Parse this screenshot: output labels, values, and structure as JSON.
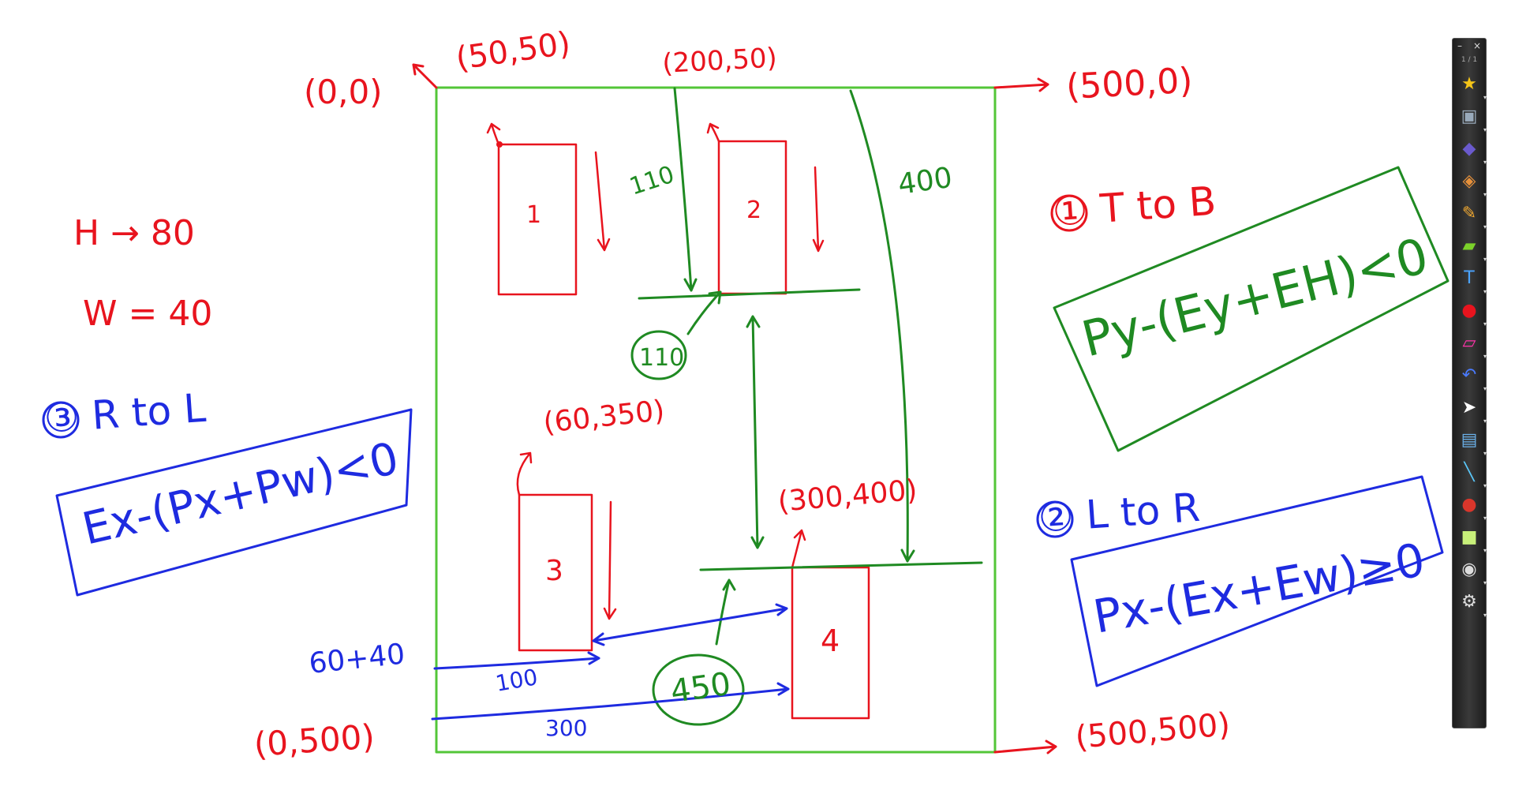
{
  "labels": {
    "origin": "(0,0)",
    "c50_50": "(50,50)",
    "c200_50": "(200,50)",
    "c500_0": "(500,0)",
    "c0_500": "(0,500)",
    "c500_500": "(500,500)",
    "c60_350": "(60,350)",
    "c300_400": "(300,400)",
    "h_eq": "H → 80",
    "w_eq": "W = 40",
    "box1": "1",
    "box2": "2",
    "box3": "3",
    "box4": "4",
    "d110a": "110",
    "d110b": "110",
    "d400": "400",
    "d450": "450",
    "d100": "100",
    "d300": "300",
    "d6040": "60+40",
    "rule1_title": "① T to B",
    "rule1_formula": "Py-(Ey+EH)<0",
    "rule2_title": "② L to R",
    "rule2_formula": "Px-(Ex+Ew)≥0",
    "rule3_title": "③ R to L",
    "rule3_formula": "Ex-(Px+Pw)<0"
  },
  "toolbar": {
    "minimize": "–",
    "close": "×",
    "page": "1 / 1",
    "tools": [
      "star-pen-icon",
      "save-icon",
      "eraser-icon",
      "paint-icon",
      "pencil-icon",
      "highlighter-icon",
      "text-icon",
      "color-icon",
      "rubber-icon",
      "undo-icon",
      "pointer-icon",
      "image-icon",
      "line-icon",
      "shape-icon",
      "fill-icon",
      "camera-icon",
      "settings-icon"
    ]
  },
  "colors": {
    "red": "#e8141e",
    "green": "#1f8a22",
    "blue": "#1e2be0"
  }
}
